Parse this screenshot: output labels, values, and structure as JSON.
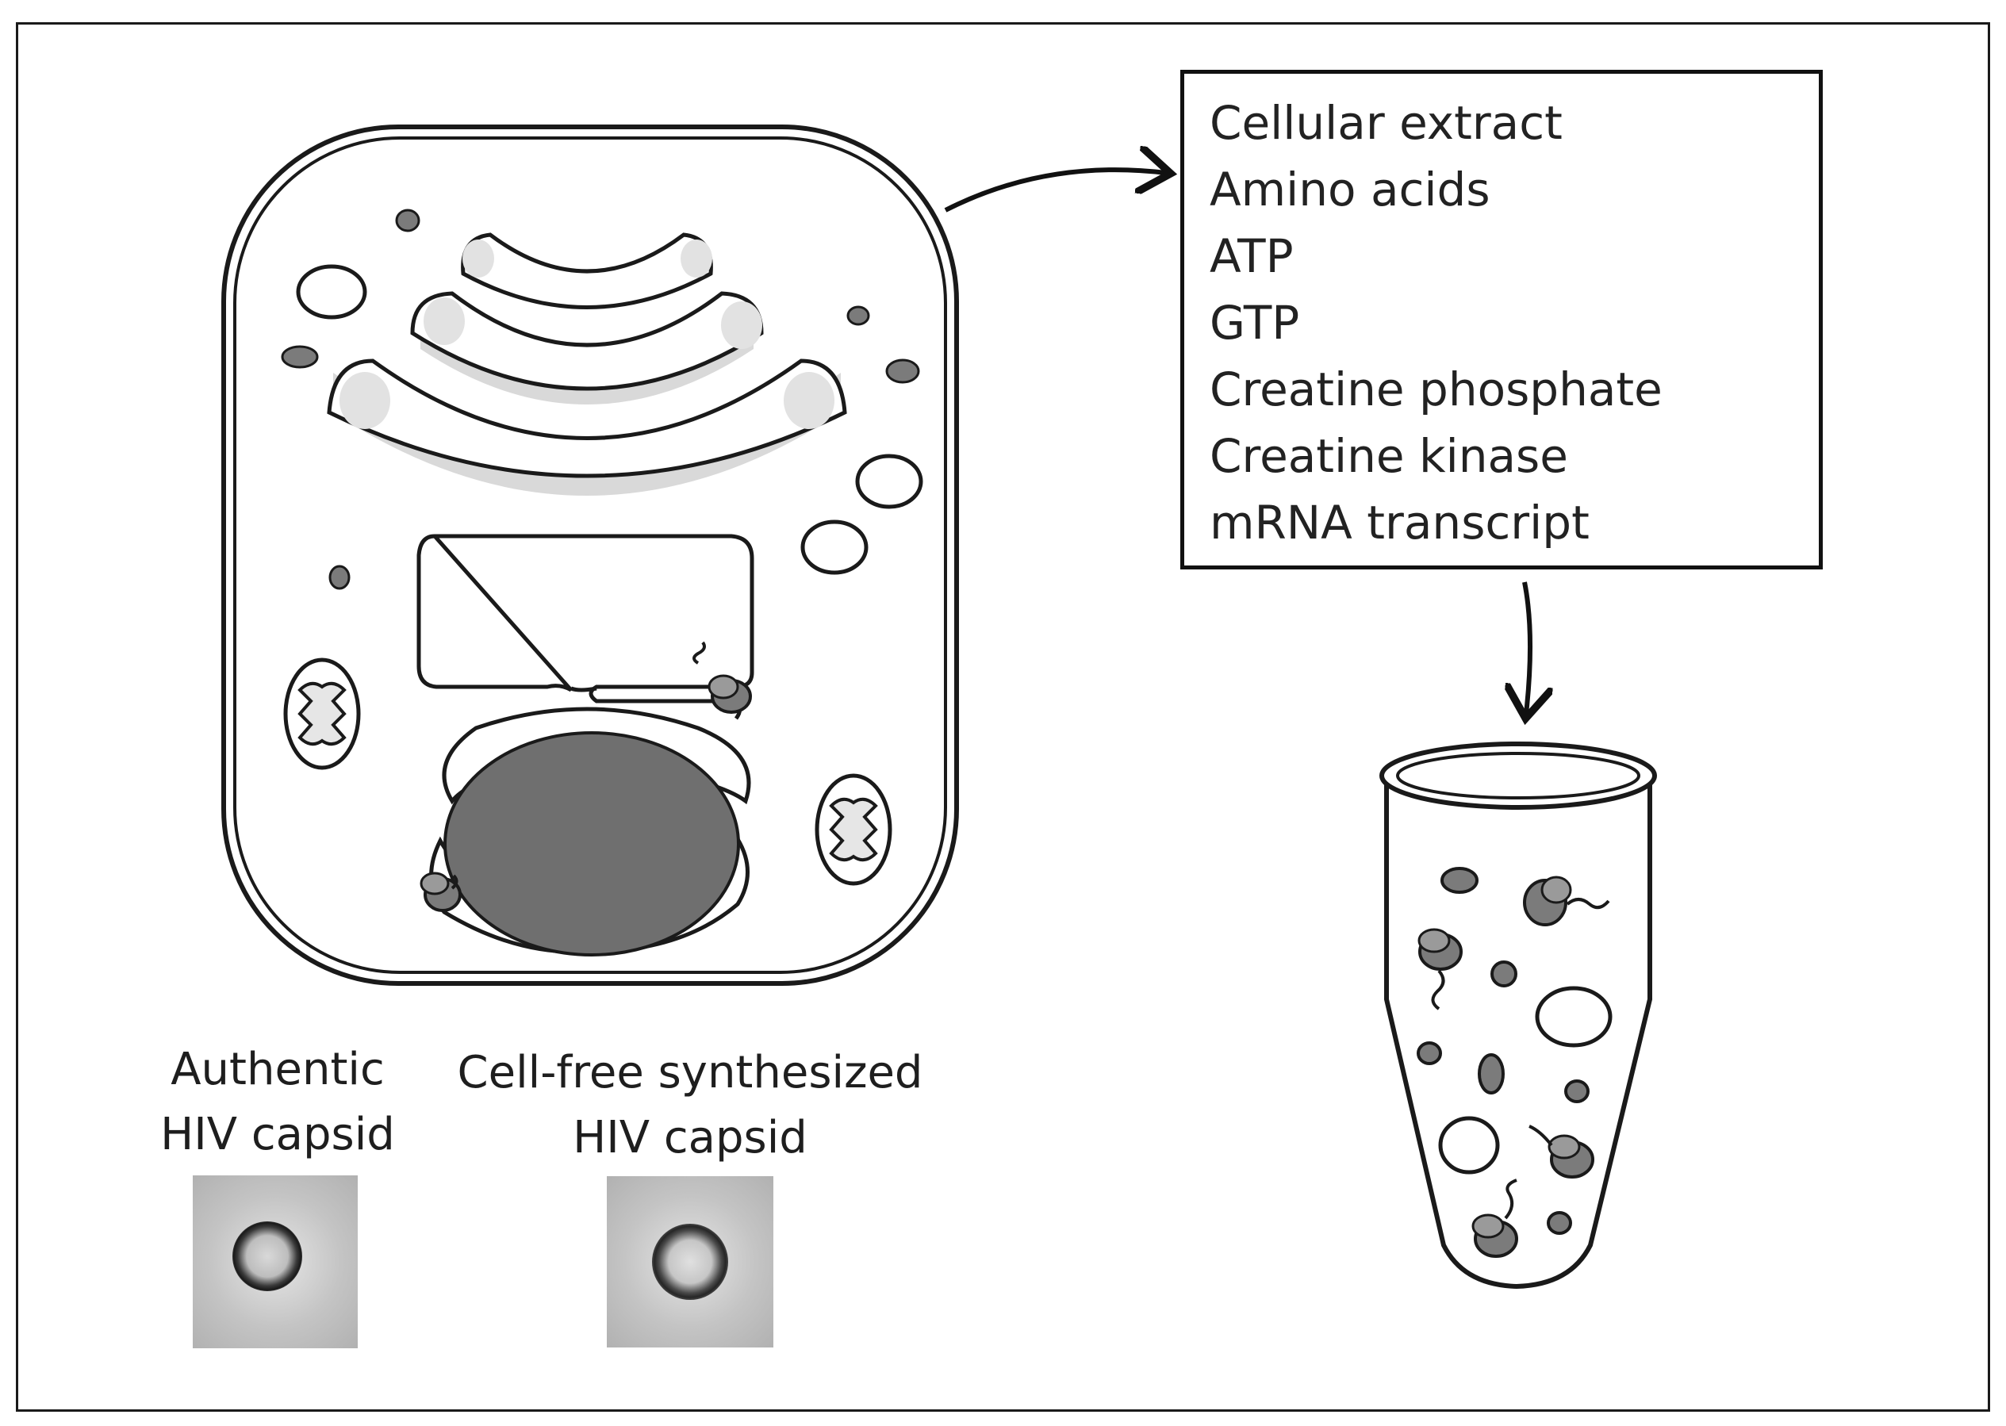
{
  "ingredients": [
    "Cellular extract",
    "Amino acids",
    "ATP",
    "GTP",
    "Creatine phosphate",
    "Creatine kinase",
    "mRNA transcript"
  ],
  "captions": {
    "authentic": [
      "Authentic",
      "HIV capsid"
    ],
    "cell_free": [
      "Cell-free synthesized",
      "HIV capsid"
    ]
  },
  "colors": {
    "line": "#1a1a1a",
    "organelle_fill": "#7b7b7b",
    "golgi_shade": "#d9d9d9",
    "nucleus": "#6f6f6f"
  }
}
